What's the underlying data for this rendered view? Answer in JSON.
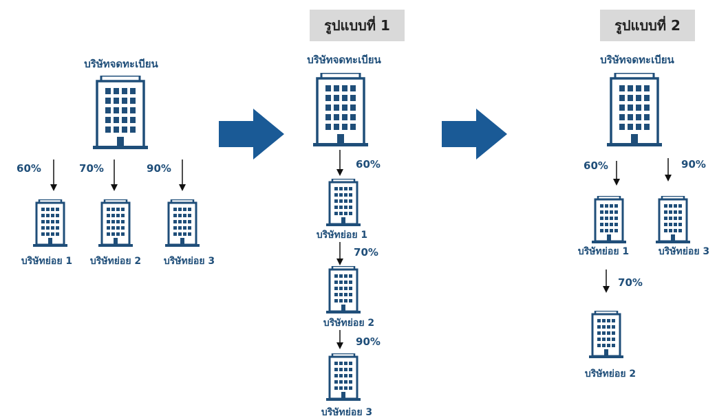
{
  "headings": {
    "pattern1": "รูปแบบที่ 1",
    "pattern2": "รูปแบบที่ 2"
  },
  "parent_label": "บริษัทจดทะเบียน",
  "sub_labels": {
    "sub1": "บริษัทย่อย 1",
    "sub2": "บริษัทย่อย 2",
    "sub3": "บริษัทย่อย 3"
  },
  "percentages": {
    "p60": "60%",
    "p70": "70%",
    "p90": "90%"
  },
  "colors": {
    "building": "#1f4e79",
    "arrow": "#1a5a96",
    "heading_bg": "#d9d9d9"
  },
  "icons": {
    "building": "office-building-icon",
    "flow": "right-arrow-icon"
  }
}
